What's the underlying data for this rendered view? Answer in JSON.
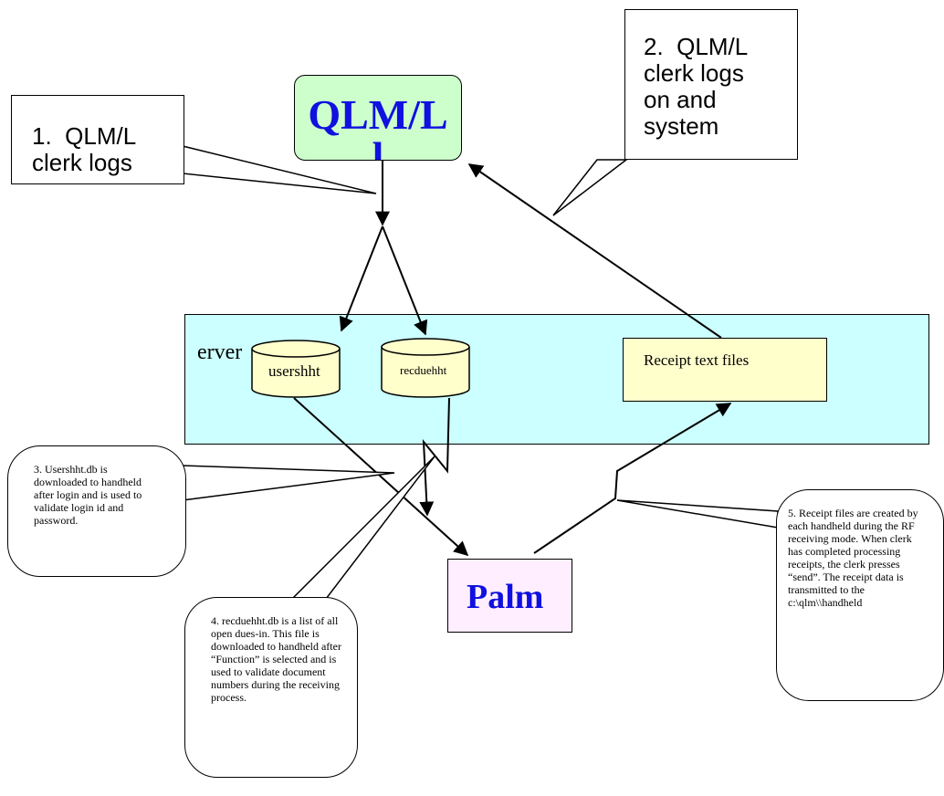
{
  "diagram": {
    "server_label": "erver",
    "qlm_label": "QLM/L\nl",
    "palm_label": "Palm",
    "receipt_label": "Receipt text files",
    "db_usershht": "usershht",
    "db_recduehht": "recduehht",
    "callout1": "1.  QLM/L\nclerk logs",
    "callout2": "2.  QLM/L\nclerk logs\non and\nsystem",
    "callout3": "3.  Usershht.db is downloaded to handheld after login and is used to validate login id and password.",
    "callout4": "4.  recduehht.db is a list of all open dues-in.  This file is downloaded to handheld after “Function” is selected  and is used to validate document numbers during the receiving process.",
    "callout5": "5.  Receipt files are created by each handheld during the RF receiving mode.  When clerk has completed processing receipts, the clerk presses “send”.  The receipt data is transmitted to the c:\\qlm\\\\handheld",
    "colors": {
      "server_fill": "#ccffff",
      "qlm_fill": "#ccffcc",
      "palm_fill": "#ffeeff",
      "receipt_fill": "#ffffcc",
      "db_fill": "#ffffcc",
      "title_text": "#1010e0"
    }
  }
}
